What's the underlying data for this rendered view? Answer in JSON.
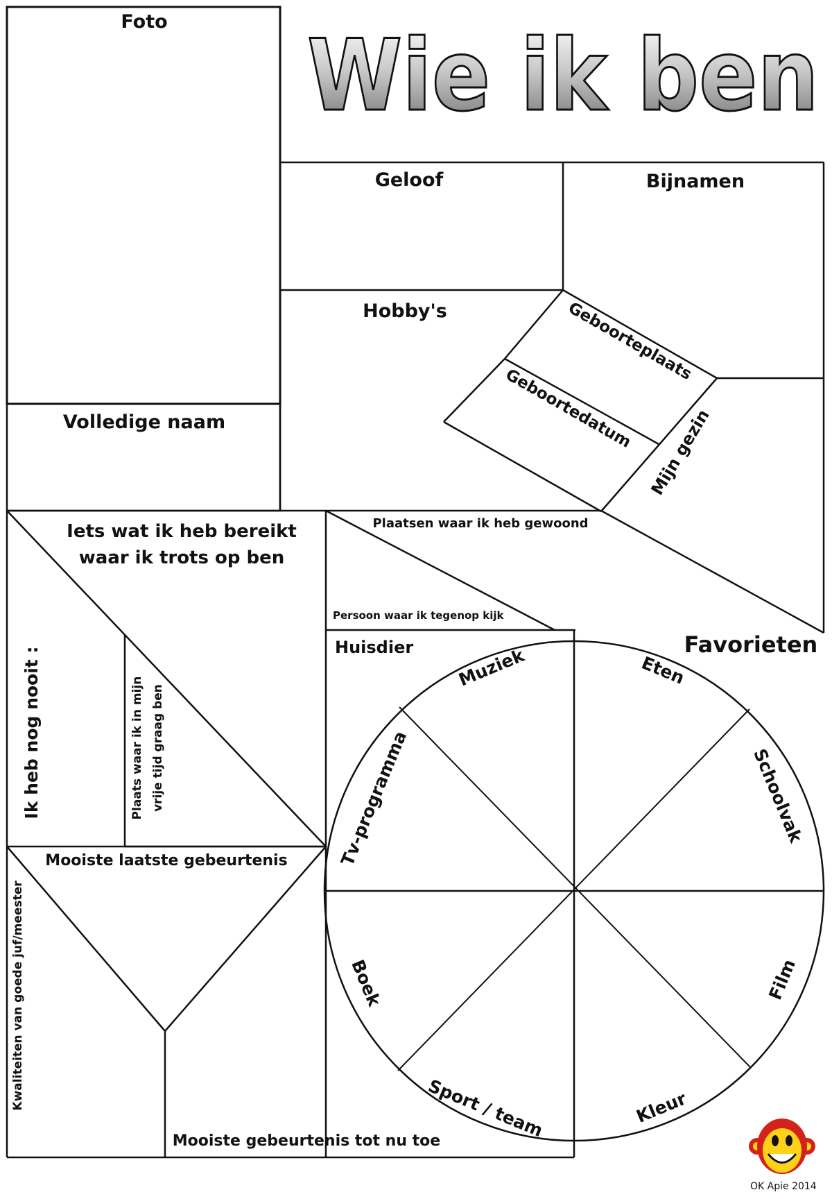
{
  "title": "Wie ik ben",
  "colors": {
    "ink": "#111111",
    "paper": "#ffffff",
    "title_gradient_light": "#ffffff",
    "title_gradient_dark": "#777777",
    "monkey_face": "#ffd21a",
    "monkey_fur": "#d2221a"
  },
  "sections": {
    "foto": "Foto",
    "volledige_naam": "Volledige naam",
    "geloof": "Geloof",
    "bijnamen": "Bijnamen",
    "hobbys": "Hobby's",
    "geboorteplaats": "Geboorteplaats",
    "geboortedatum": "Geboortedatum",
    "mijn_gezin": "Mijn gezin",
    "iets_bereikt_line1": "Iets wat ik heb bereikt",
    "iets_bereikt_line2": "waar ik trots op ben",
    "plaatsen_gewoond": "Plaatsen waar ik heb gewoond",
    "persoon_tegenop": "Persoon waar ik tegenop kijk",
    "huisdier": "Huisdier",
    "ik_heb_nog_nooit": "Ik heb nog nooit :",
    "plaats_vrije_tijd_line1": "Plaats waar ik in mijn",
    "plaats_vrije_tijd_line2": "vrije tijd graag ben",
    "mooiste_laatste": "Mooiste laatste gebeurtenis",
    "kwaliteiten": "Kwaliteiten van goede juf/meester",
    "mooiste_tot_nu_toe": "Mooiste gebeurtenis tot nu toe"
  },
  "favorieten": {
    "heading": "Favorieten",
    "wedges": {
      "muziek": "Muziek",
      "eten": "Eten",
      "schoolvak": "Schoolvak",
      "film": "Film",
      "kleur": "Kleur",
      "sport": "Sport / team",
      "boek": "Boek",
      "tv": "Tv-programma"
    }
  },
  "logo": {
    "icon": "monkey-face-icon"
  },
  "credit": "OK Apie 2014"
}
